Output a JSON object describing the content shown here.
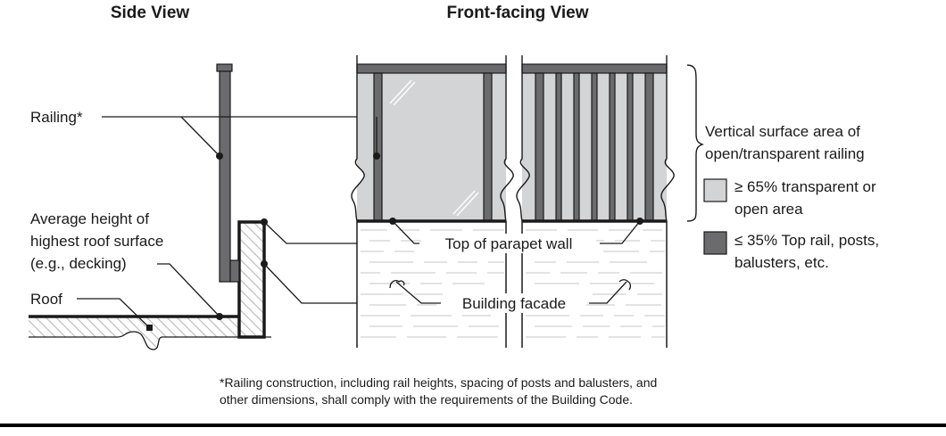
{
  "titles": {
    "side_view": "Side View",
    "front_view": "Front-facing View"
  },
  "side_labels": {
    "railing": "Railing*",
    "avg_height_line1": "Average height of",
    "avg_height_line2": "highest roof surface",
    "avg_height_line3": "(e.g., decking)",
    "roof": "Roof"
  },
  "front_labels": {
    "top_parapet": "Top of parapet wall",
    "facade": "Building facade"
  },
  "legend": {
    "heading_line1": "Vertical surface area of",
    "heading_line2": "open/transparent railing",
    "items": [
      {
        "line1": "≥ 65% transparent or",
        "line2": "open area",
        "color": "#d3d4d6"
      },
      {
        "line1": "≤ 35% Top rail, posts,",
        "line2": "balusters, etc.",
        "color": "#6b6b6e"
      }
    ]
  },
  "footnote": {
    "line1": "*Railing construction, including rail heights, spacing of posts and balusters, and",
    "line2": "other dimensions, shall comply with the requirements of the Building Code."
  },
  "colors": {
    "open": "#d3d4d6",
    "solid": "#6b6b6e",
    "ink": "#1a1a1a",
    "hatch": "#bdbdbd",
    "brick": "#d8d8d8"
  }
}
